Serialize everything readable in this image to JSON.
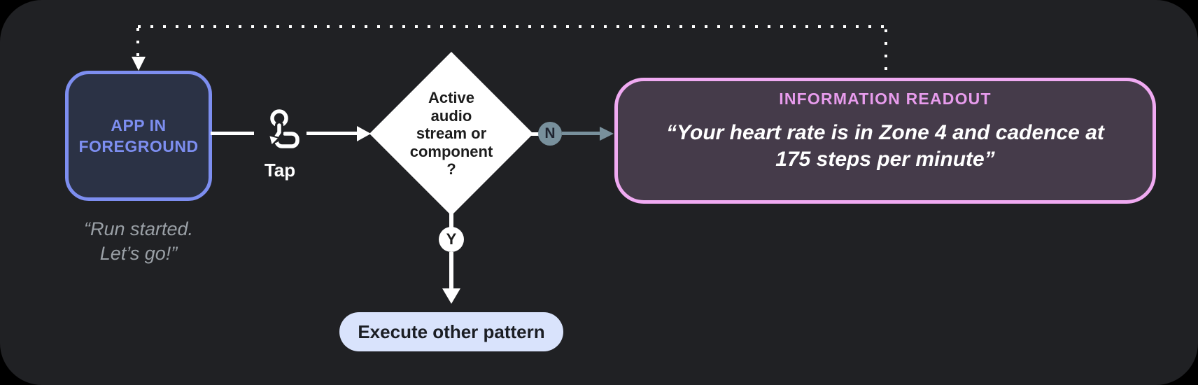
{
  "canvas": {
    "background_outer": "#000000",
    "background_inner": "#202124"
  },
  "flow": {
    "app_node": {
      "label": "APP IN\nFOREGROUND",
      "caption": "“Run started.\nLet’s go!”",
      "fill": "#2b3245",
      "border_color": "#7d8ef0",
      "label_color": "#7d8ef0"
    },
    "tap": {
      "label": "Tap",
      "icon": "tap-gesture-icon",
      "color": "#ffffff"
    },
    "decision": {
      "label": "Active\naudio\nstream or\ncomponent\n?",
      "shape": "diamond",
      "fill": "#ffffff",
      "text_color": "#1d1d1d"
    },
    "branch_no": {
      "label": "N",
      "badge_color": "#78909c",
      "arrow_color": "#78909c"
    },
    "branch_yes": {
      "label": "Y",
      "badge_color": "#ffffff",
      "arrow_color": "#ffffff"
    },
    "readout_node": {
      "title": "INFORMATION READOUT",
      "quote": "“Your heart rate is in Zone 4 and cadence at\n175 steps per minute”",
      "fill": "#453b4a",
      "border_color": "#f0aaf2",
      "title_color": "#e89ced",
      "quote_color": "#ffffff"
    },
    "execute_node": {
      "label": "Execute other pattern",
      "fill": "#d9e3fc",
      "text_color": "#1b1e24"
    },
    "feedback_loop": {
      "style": "dotted",
      "color": "#ffffff",
      "from": "readout_node",
      "to": "app_node"
    }
  }
}
